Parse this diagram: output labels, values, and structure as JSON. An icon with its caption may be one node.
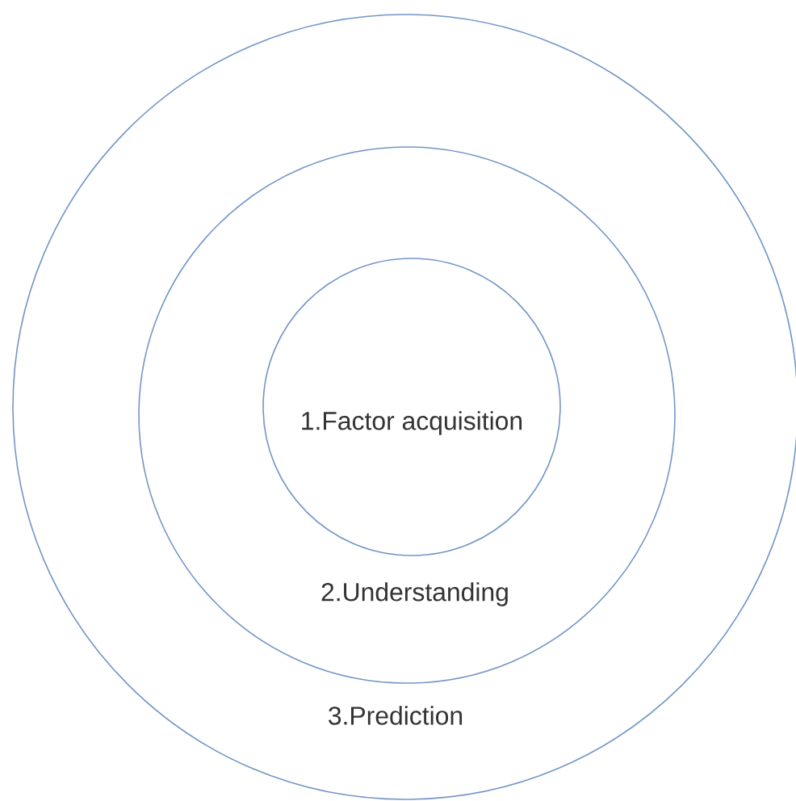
{
  "diagram": {
    "nodes": [
      {
        "text": [
          "3.Prediction"
        ]
      },
      {
        "text": [
          "2.Understanding"
        ],
        "in": 0
      },
      {
        "text": [
          "1.Factor acquisition"
        ],
        "in": 1
      }
    ]
  }
}
